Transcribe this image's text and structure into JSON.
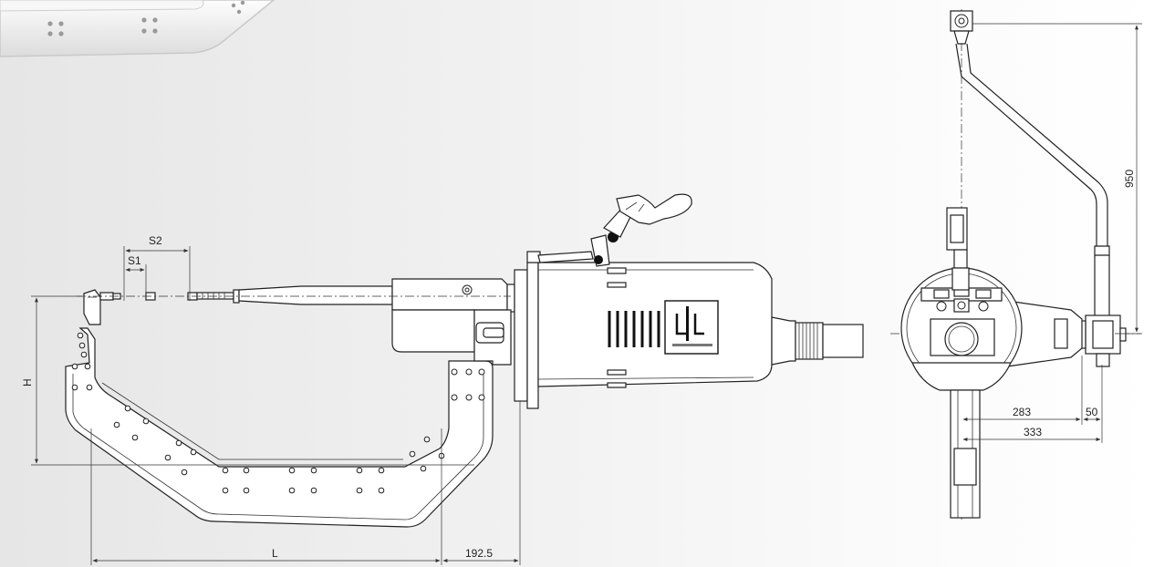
{
  "dimensions": {
    "s2": "S2",
    "s1": "S1",
    "h": "H",
    "l": "L",
    "throat_offset": "192.5",
    "hanger_height": "950",
    "width_283": "283",
    "width_50": "50",
    "width_333": "333"
  },
  "colors": {
    "line": "#222222",
    "fill": "#ffffff",
    "background": "#eeeeee"
  }
}
